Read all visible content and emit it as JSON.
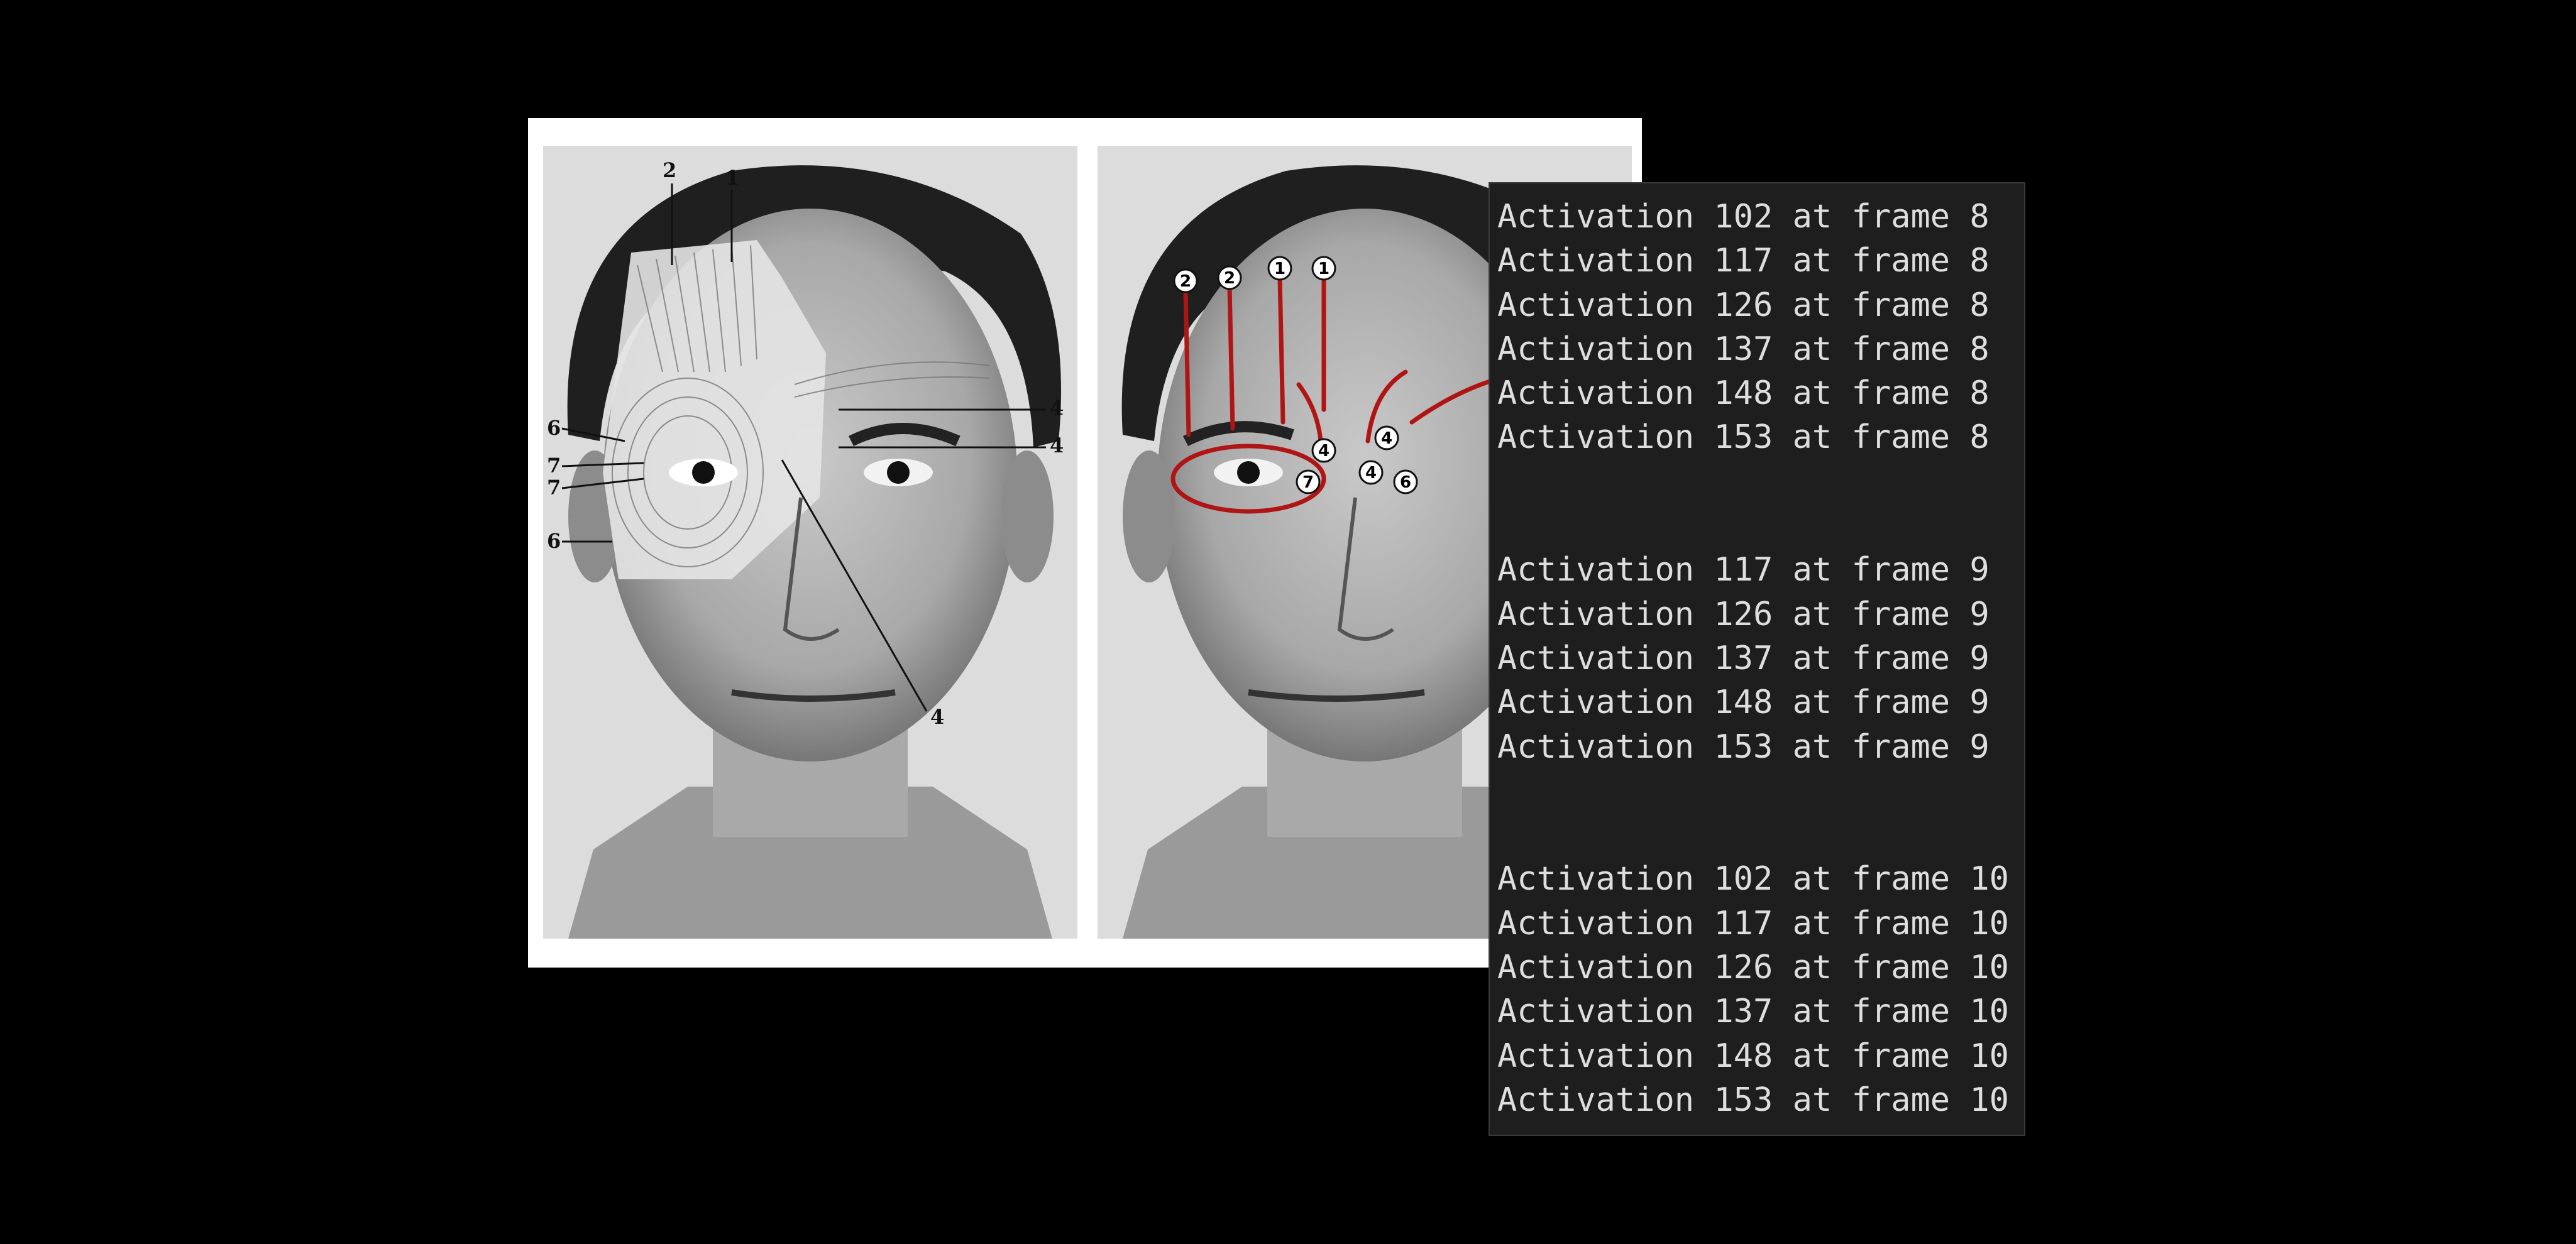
{
  "colors": {
    "background": "#000000",
    "terminal_background": "#1e1e1e",
    "terminal_text": "#dedede",
    "annotation_red": "#b01414",
    "figure_card": "#ffffff"
  },
  "figure": {
    "left_panel": {
      "muscle_labels": [
        "2",
        "1",
        "4",
        "4",
        "6",
        "7",
        "7",
        "6",
        "4"
      ]
    },
    "right_panel": {
      "marker_labels": [
        "2",
        "2",
        "1",
        "1",
        "4",
        "4",
        "4",
        "7",
        "6"
      ]
    }
  },
  "terminal": {
    "lines": [
      "Activation 102 at frame 8",
      "Activation 117 at frame 8",
      "Activation 126 at frame 8",
      "Activation 137 at frame 8",
      "Activation 148 at frame 8",
      "Activation 153 at frame 8",
      "",
      "",
      "Activation 117 at frame 9",
      "Activation 126 at frame 9",
      "Activation 137 at frame 9",
      "Activation 148 at frame 9",
      "Activation 153 at frame 9",
      "",
      "",
      "Activation 102 at frame 10",
      "Activation 117 at frame 10",
      "Activation 126 at frame 10",
      "Activation 137 at frame 10",
      "Activation 148 at frame 10",
      "Activation 153 at frame 10"
    ]
  }
}
